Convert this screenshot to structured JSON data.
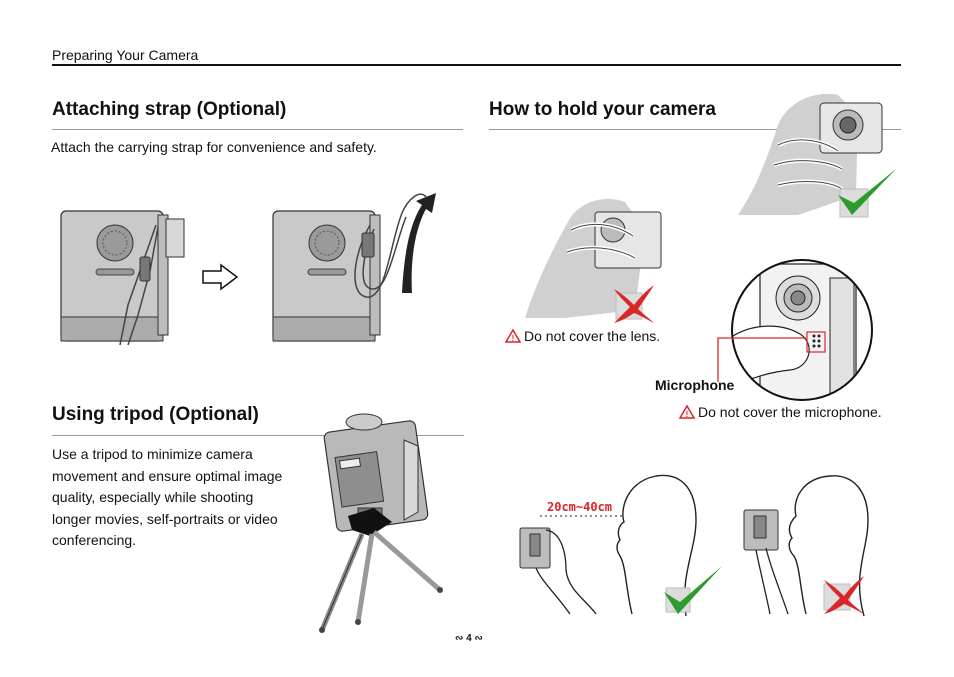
{
  "header": {
    "title": "Preparing Your Camera"
  },
  "strap": {
    "title": "Attaching strap (Optional)",
    "text": "Attach the carrying strap for convenience and safety."
  },
  "hold": {
    "title": "How to hold your camera",
    "warning_lens": "Do not cover the lens.",
    "microphone_label": "Microphone",
    "warning_mic": "Do not cover the microphone.",
    "distance_label": "20cm~40cm"
  },
  "tripod": {
    "title": "Using tripod (Optional)",
    "text": "Use a tripod to minimize camera movement and ensure optimal image quality, especially while shooting longer movies, self-portraits or video conferencing."
  },
  "footer": {
    "page_number": "4"
  },
  "colors": {
    "check": "#2e9b2e",
    "cross": "#d9262a",
    "warning": "#d9262a",
    "callout": "#d9262a"
  }
}
